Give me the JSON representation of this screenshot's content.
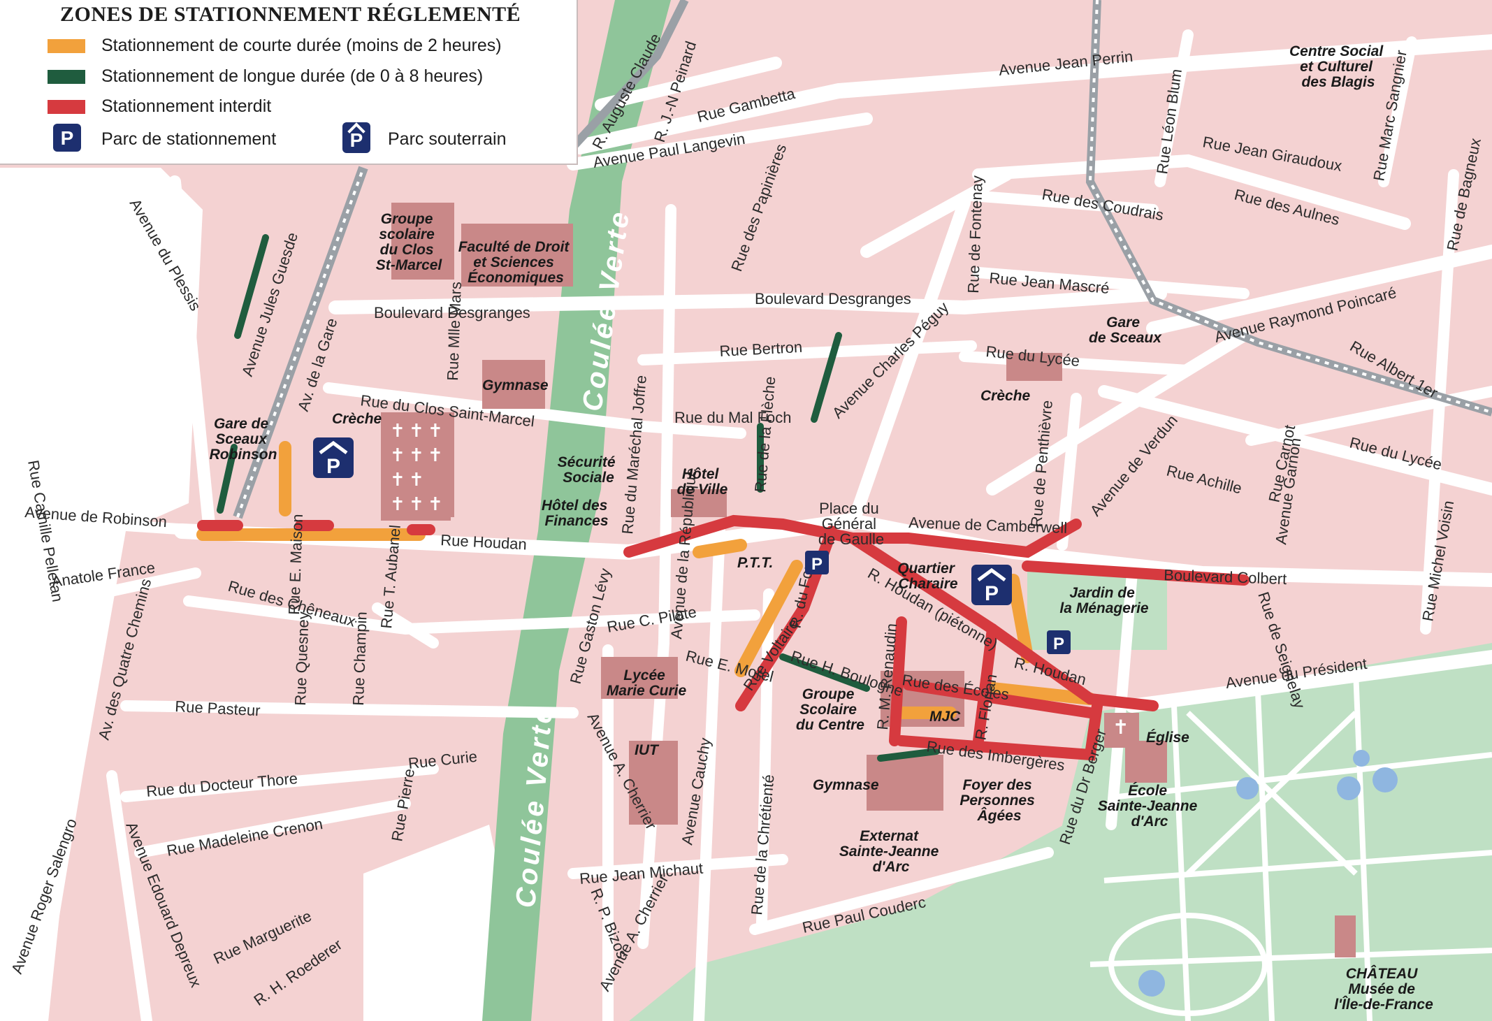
{
  "legend": {
    "title": "ZONES DE STATIONNEMENT RÉGLEMENTÉ",
    "items": [
      {
        "label": "Stationnement de courte durée (moins de 2 heures)",
        "color": "#f2a13c"
      },
      {
        "label": "Stationnement de longue durée (de 0 à 8 heures)",
        "color": "#1f5c3e"
      },
      {
        "label": "Stationnement interdit",
        "color": "#d63a3f"
      }
    ],
    "parc_label": "Parc de stationnement",
    "parc_souterrain_label": "Parc souterrain",
    "p_letter": "P"
  },
  "colors": {
    "block": "#f4d2d2",
    "road": "#ffffff",
    "building": "#c98888",
    "green": "#8fc59a",
    "short": "#f2a13c",
    "long": "#1f5c3e",
    "forbidden": "#d63a3f",
    "parking": "#1d2f6f",
    "park": "#bfe0c4"
  },
  "streets": {
    "avenue_jean_perrin": "Avenue Jean Perrin",
    "r_auguste_claude": "R. Auguste Claude",
    "r_jn_peinard": "R. J.-N Peinard",
    "rue_gambetta": "Rue Gambetta",
    "avenue_paul_langevin": "Avenue Paul Langevin",
    "rue_leon_blum": "Rue Léon Blum",
    "rue_jean_giraudoux": "Rue Jean Giraudoux",
    "rue_marc_sangnier": "Rue Marc Sangnier",
    "rue_des_coudrais": "Rue des Coudrais",
    "rue_des_aulnes": "Rue des Aulnes",
    "rue_de_bagneux": "Rue de Bagneux",
    "avenue_du_plessis": "Avenue du Plessis",
    "avenue_jules_guesde": "Avenue Jules Guesde",
    "av_de_la_gare": "Av. de la Gare",
    "rue_des_papinieres": "Rue des Papinières",
    "rue_de_fontenay": "Rue de Fontenay",
    "rue_jean_mascre": "Rue Jean Mascré",
    "boulevard_desgranges": "Boulevard Desgranges",
    "avenue_raymond_poincare": "Avenue Raymond Poincaré",
    "rue_albert_1er": "Rue Albert 1er",
    "rue_mlle_mars": "Rue Mlle Mars",
    "rue_bertron": "Rue Bertron",
    "rue_du_lycee": "Rue du Lycée",
    "rue_du_lycee_2": "Rue du Lycée",
    "rue_du_clos_saint_marcel": "Rue du Clos Saint-Marcel",
    "rue_du_mal_foch": "Rue du Mal Foch",
    "avenue_charles_peguy": "Avenue Charles Péguy",
    "rue_de_la_fleche": "Rue de la Flèche",
    "rue_de_penthievre": "Rue de Penthièvre",
    "avenue_de_verdun": "Avenue de Verdun",
    "rue_achille": "Rue Achille",
    "rue_carnot": "Rue Carnot",
    "avenue_garnon": "Avenue Garnon",
    "rue_michel_voisin": "Rue Michel Voisin",
    "rue_camille_pelletan": "Rue Camille Pelletan",
    "avenue_de_robinson": "Avenue de Robinson",
    "anatole_france": "Anatole France",
    "rue_houdan": "Rue Houdan",
    "rue_du_marechal_joffre": "Rue du Maréchal Joffre",
    "avenue_de_camberwell": "Avenue de Camberwell",
    "boulevard_colbert": "Boulevard Colbert",
    "rue_du_four": "R. du Four",
    "r_houdan_pietonne": "R. Houdan (piétonne)",
    "rue_de_seignelay": "Rue de Seignelay",
    "av_des_quatre_chemins": "Av. des Quatre Chemins",
    "rue_des_cheneaux": "Rue des Chêneaux",
    "rue_e_maison": "Rue E. Maison",
    "rue_t_aubanel": "Rue T. Aubanel",
    "rue_gaston_levy": "Rue Gaston Lévy",
    "rue_c_pilate": "Rue C. Pilate",
    "avenue_de_la_republique": "Avenue de la République",
    "rue_e_morel": "Rue E. Morel",
    "rue_voltaire": "Rue Voltaire",
    "rue_h_boulogne": "Rue H. Boulogne",
    "r_m_renaudin": "R. M. Renaudin",
    "rue_des_ecoles": "Rue des Écoles",
    "r_florian": "R. Florian",
    "r_houdan": "R. Houdan",
    "avenue_du_president": "Avenue du Président",
    "rue_pasteur": "Rue Pasteur",
    "rue_quesney": "Rue Quesney",
    "rue_champin": "Rue Champin",
    "rue_curie": "Rue Curie",
    "rue_du_docteur_thore": "Rue du Docteur Thore",
    "rue_madeleine_crenon": "Rue Madeleine Crenon",
    "rue_pierre": "Rue Pierre",
    "avenue_a_cherrier": "Avenue A. Cherrier",
    "avenue_cauchy": "Avenue Cauchy",
    "rue_de_la_chretiente": "Rue de la Chrétienté",
    "rue_des_imbergeres": "Rue des Imbergères",
    "rue_du_dr_berger": "Rue du Dr Berger",
    "avenue_roger_salengro": "Avenue Roger Salengro",
    "avenue_edouard_depreux": "Avenue Edouard Depreux",
    "rue_marguerite": "Rue Marguerite",
    "r_h_roederer": "R. H. Roederer",
    "rue_jean_michaut": "Rue Jean Michaut",
    "r_p_bizos": "R. P. Bizos",
    "avenue_a_cherrier_2": "Avenue A. Cherrier",
    "rue_paul_couderc": "Rue Paul Couderc"
  },
  "places": {
    "centre_social": [
      "Centre Social",
      "et Culturel",
      "des Blagis"
    ],
    "groupe_scolaire_clos": [
      "Groupe",
      "scolaire",
      "du Clos",
      "St-Marcel"
    ],
    "faculte": [
      "Faculté de Droit",
      "et Sciences",
      "Économiques"
    ],
    "gare_de_sceaux": [
      "Gare",
      "de Sceaux"
    ],
    "gymnase_1": "Gymnase",
    "creche_1": "Crèche",
    "creche_2": "Crèche",
    "gare_robinson": [
      "Gare de",
      "Sceaux",
      "Robinson"
    ],
    "securite_sociale": [
      "Sécurité",
      "Sociale"
    ],
    "hotel_de_ville": [
      "Hôtel",
      "de Ville"
    ],
    "hotel_finances": [
      "Hôtel des",
      "Finances"
    ],
    "place_du_general": [
      "Place du",
      "Général",
      "de Gaulle"
    ],
    "ptt": "P.T.T.",
    "quartier_charaire": [
      "Quartier",
      "Charaire"
    ],
    "jardin_menagerie": [
      "Jardin de",
      "la Ménagerie"
    ],
    "lycee_marie_curie": [
      "Lycée",
      "Marie Curie"
    ],
    "iut": "IUT",
    "groupe_scolaire_centre": [
      "Groupe",
      "Scolaire",
      "du Centre"
    ],
    "mjc": "MJC",
    "eglise": "Église",
    "ecole_sainte_jeanne": [
      "École",
      "Sainte-Jeanne",
      "d'Arc"
    ],
    "gymnase_2": "Gymnase",
    "foyer": [
      "Foyer des",
      "Personnes",
      "Âgées"
    ],
    "externat": [
      "Externat",
      "Sainte-Jeanne",
      "d'Arc"
    ],
    "chateau": [
      "CHÂTEAU",
      "Musée de",
      "l'Île-de-France"
    ]
  },
  "coulee_verte": "Coulée Verte",
  "cross": "✝"
}
